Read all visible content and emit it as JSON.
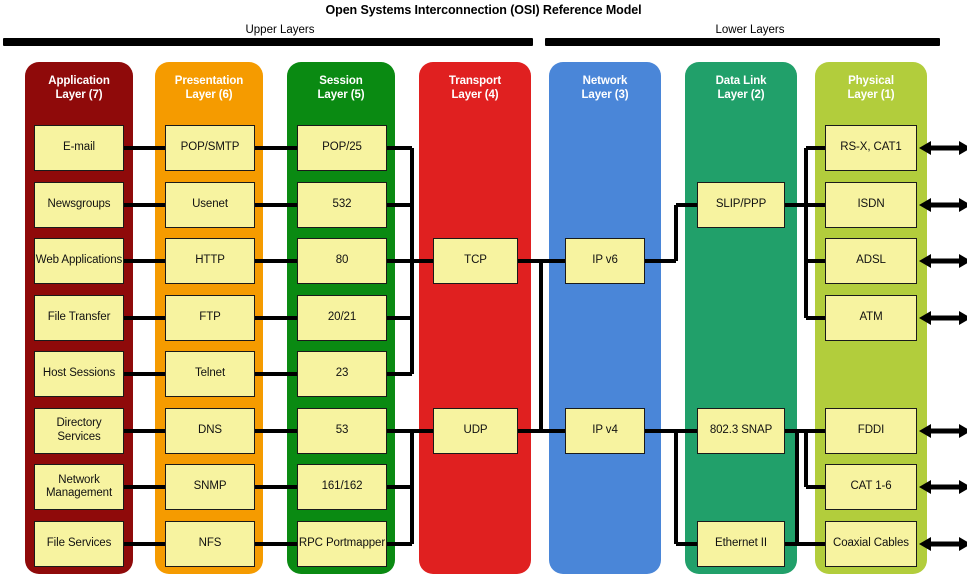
{
  "title": "Open Systems Interconnection (OSI) Reference Model",
  "sections": [
    {
      "name": "upper",
      "label": "Upper Layers"
    },
    {
      "name": "lower",
      "label": "Lower Layers"
    }
  ],
  "colors": {
    "application": "#8f0a0a",
    "presentation": "#f59b00",
    "session": "#0a8a12",
    "transport": "#e02020",
    "network": "#4a86d8",
    "datalink": "#21a06a",
    "physical": "#b2cd3c",
    "box_fill": "#f7f3a0",
    "box_border": "#1a1a1a",
    "line": "#000000",
    "header_text": "#ffffff"
  },
  "layers": [
    {
      "key": "application",
      "name": "Application Layer (7)",
      "title_line1": "Application",
      "title_line2": "Layer (7)",
      "items": [
        {
          "label": "E-mail",
          "row": 1
        },
        {
          "label": "Newsgroups",
          "row": 2
        },
        {
          "label": "Web Applications",
          "row": 3
        },
        {
          "label": "File Transfer",
          "row": 4
        },
        {
          "label": "Host Sessions",
          "row": 5
        },
        {
          "label": "Directory Services",
          "row": 6
        },
        {
          "label": "Network Management",
          "row": 7
        },
        {
          "label": "File Services",
          "row": 8
        }
      ]
    },
    {
      "key": "presentation",
      "name": "Presentation Layer (6)",
      "title_line1": "Presentation",
      "title_line2": "Layer (6)",
      "items": [
        {
          "label": "POP/SMTP",
          "row": 1
        },
        {
          "label": "Usenet",
          "row": 2
        },
        {
          "label": "HTTP",
          "row": 3
        },
        {
          "label": "FTP",
          "row": 4
        },
        {
          "label": "Telnet",
          "row": 5
        },
        {
          "label": "DNS",
          "row": 6
        },
        {
          "label": "SNMP",
          "row": 7
        },
        {
          "label": "NFS",
          "row": 8
        }
      ]
    },
    {
      "key": "session",
      "name": "Session Layer (5)",
      "title_line1": "Session",
      "title_line2": "Layer (5)",
      "items": [
        {
          "label": "POP/25",
          "row": 1
        },
        {
          "label": "532",
          "row": 2
        },
        {
          "label": "80",
          "row": 3
        },
        {
          "label": "20/21",
          "row": 4
        },
        {
          "label": "23",
          "row": 5
        },
        {
          "label": "53",
          "row": 6
        },
        {
          "label": "161/162",
          "row": 7
        },
        {
          "label": "RPC Portmapper",
          "row": 8
        }
      ]
    },
    {
      "key": "transport",
      "name": "Transport Layer (4)",
      "title_line1": "Transport",
      "title_line2": "Layer (4)",
      "items": [
        {
          "label": "TCP",
          "row": 3
        },
        {
          "label": "UDP",
          "row": 6
        }
      ]
    },
    {
      "key": "network",
      "name": "Network Layer (3)",
      "title_line1": "Network",
      "title_line2": "Layer (3)",
      "items": [
        {
          "label": "IP v6",
          "row": 3
        },
        {
          "label": "IP v4",
          "row": 6
        }
      ]
    },
    {
      "key": "datalink",
      "name": "Data Link Layer (2)",
      "title_line1": "Data Link",
      "title_line2": "Layer (2)",
      "items": [
        {
          "label": "SLIP/PPP",
          "row": 2
        },
        {
          "label": "802.3 SNAP",
          "row": 6
        },
        {
          "label": "Ethernet II",
          "row": 8
        }
      ]
    },
    {
      "key": "physical",
      "name": "Physical Layer (1)",
      "title_line1": "Physical",
      "title_line2": "Layer (1)",
      "items": [
        {
          "label": "RS-X, CAT1",
          "row": 1
        },
        {
          "label": "ISDN",
          "row": 2
        },
        {
          "label": "ADSL",
          "row": 3
        },
        {
          "label": "ATM",
          "row": 4
        },
        {
          "label": "FDDI",
          "row": 6
        },
        {
          "label": "CAT 1-6",
          "row": 7
        },
        {
          "label": "Coaxial Cables",
          "row": 8
        }
      ]
    }
  ]
}
